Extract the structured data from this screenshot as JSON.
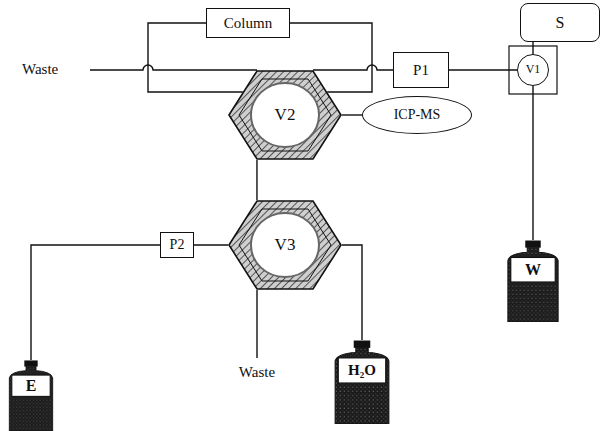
{
  "diagram": {
    "nodes": [
      {
        "text": [
          "Column"
        ]
      },
      {
        "text": [
          "S"
        ]
      },
      {
        "text": [
          "P1"
        ]
      },
      {
        "text": [
          "V1"
        ]
      },
      {
        "text": [
          "V2"
        ]
      },
      {
        "text": [
          "ICP-MS"
        ]
      },
      {
        "text": [
          "W"
        ]
      },
      {
        "text": [
          "P2"
        ]
      },
      {
        "text": [
          "V3"
        ]
      },
      {
        "text": [
          "E"
        ]
      },
      {
        "text": [
          "H₂O"
        ]
      }
    ],
    "edges": [
      {
        "from": 0,
        "to": 4,
        "arrow": "none"
      },
      {
        "from": 0,
        "to": 4,
        "arrow": "none"
      },
      {
        "from": 2,
        "to": 4,
        "arrow": "none"
      },
      {
        "from": 2,
        "to": 3,
        "arrow": "none"
      },
      {
        "from": 3,
        "to": 1,
        "arrow": "none"
      },
      {
        "from": 3,
        "to": 6,
        "arrow": "none"
      },
      {
        "from": 4,
        "to": 5,
        "arrow": "none"
      },
      {
        "from": 4,
        "to": 8,
        "arrow": "none"
      },
      {
        "from": 7,
        "to": 8,
        "arrow": "none"
      },
      {
        "from": 9,
        "to": 7,
        "arrow": "none"
      },
      {
        "from": 8,
        "to": 10,
        "arrow": "none"
      }
    ],
    "labels": [
      "Waste",
      "Waste"
    ]
  }
}
